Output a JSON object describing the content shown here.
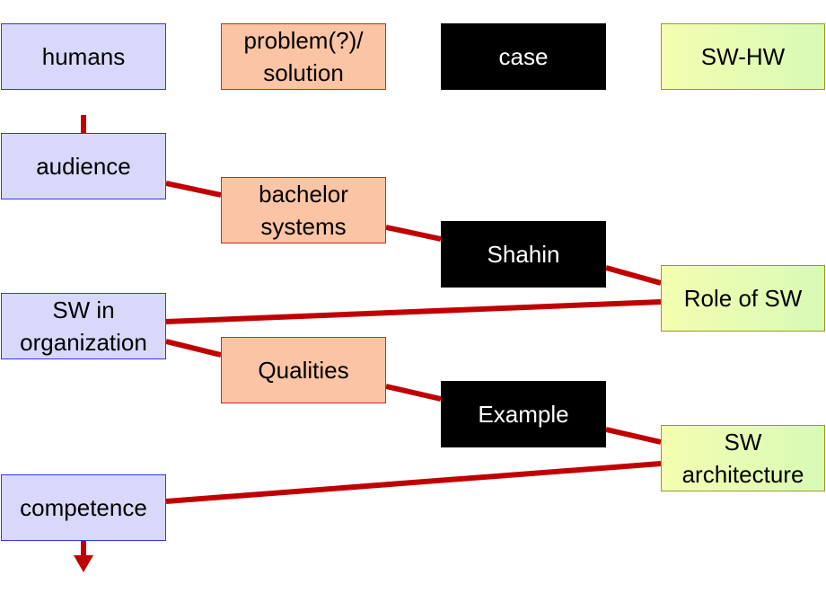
{
  "colors": {
    "humans_fill": "#d8d8fb",
    "humans_border": "#3333ee",
    "problem_fill": "#fbc4a4",
    "problem_border": "#cc2a1a",
    "case_fill": "#000000",
    "case_text": "#ffffff",
    "swhw_fill_start": "#f4fdb0",
    "swhw_fill_end": "#d8fab6",
    "swhw_border": "#9a9a22",
    "connector": "#c00000"
  },
  "headers": {
    "humans": "humans",
    "problem": "problem(?)/\nsolution",
    "case": "case",
    "swhw": "SW-HW"
  },
  "nodes": {
    "audience": "audience",
    "bachelor_systems": "bachelor\nsystems",
    "shahin": "Shahin",
    "role_of_sw": "Role of SW",
    "sw_in_organization": "SW in\norganization",
    "qualities": "Qualities",
    "example": "Example",
    "sw_architecture": "SW\narchitecture",
    "competence": "competence"
  },
  "edges": [
    [
      "audience",
      "bachelor_systems"
    ],
    [
      "bachelor_systems",
      "shahin"
    ],
    [
      "shahin",
      "role_of_sw"
    ],
    [
      "sw_in_organization",
      "role_of_sw"
    ],
    [
      "sw_in_organization",
      "qualities"
    ],
    [
      "qualities",
      "example"
    ],
    [
      "example",
      "sw_architecture"
    ],
    [
      "competence",
      "sw_architecture"
    ]
  ]
}
